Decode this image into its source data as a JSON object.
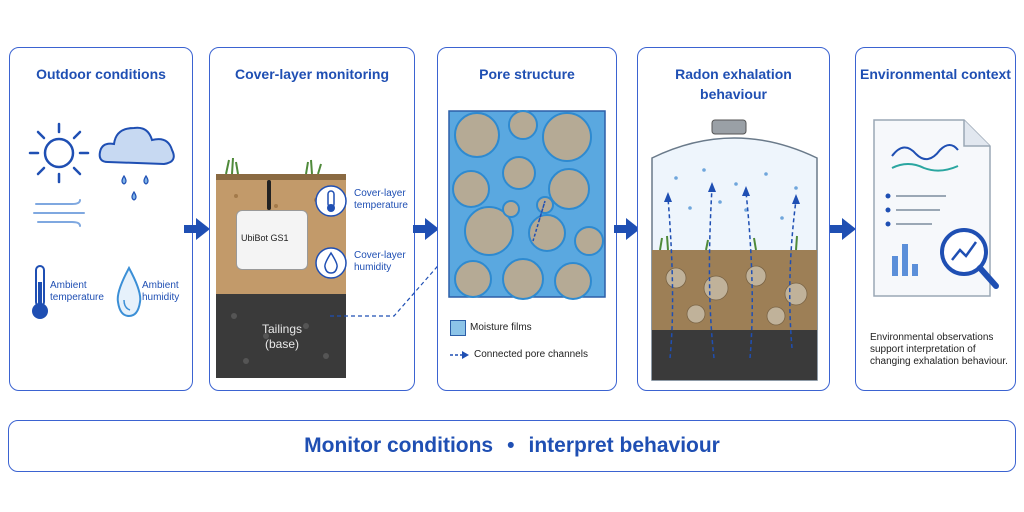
{
  "panels": {
    "outdoor": {
      "title": "Outdoor conditions",
      "ambient_temperature": "Ambient temperature",
      "ambient_humidity": "Ambient humidity"
    },
    "cover": {
      "title": "Cover-layer monitoring",
      "device": "UbiBot GS1",
      "temperature": "Cover-layer temperature",
      "humidity": "Cover-layer humidity",
      "tailings": "Tailings (base)"
    },
    "pore": {
      "title": "Pore structure",
      "legend_moisture": "Moisture films",
      "legend_channels": "Connected pore channels"
    },
    "radon": {
      "title": "Radon exhalation behaviour"
    },
    "environment": {
      "title": "Environmental context",
      "caption": "Environmental observations support interpretation of changing exhalation behaviour."
    }
  },
  "footer": {
    "left": "Monitor conditions",
    "separator": "•",
    "right": "interpret behaviour"
  },
  "colors": {
    "accent": "#1f4fb3",
    "border": "#3b63d1",
    "water": "#5aa8e0",
    "soil": "#b08a5c",
    "tailings": "#3a3a3a"
  }
}
